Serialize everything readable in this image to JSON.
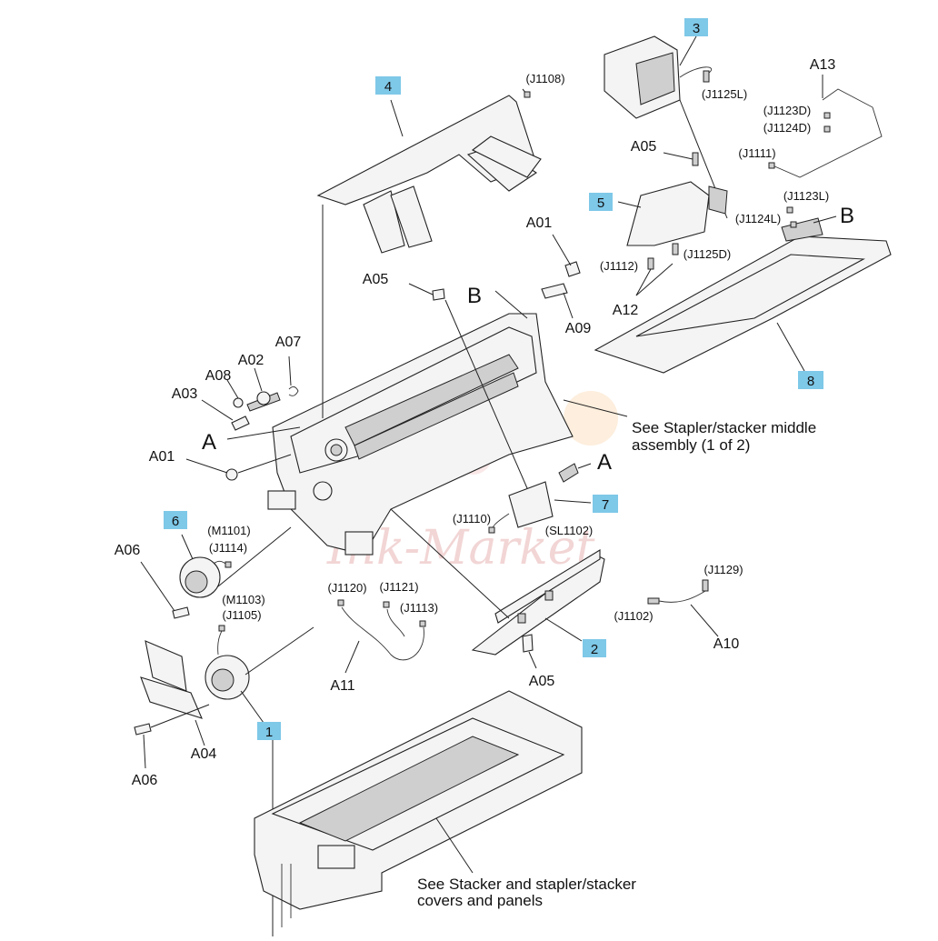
{
  "callouts": [
    "1",
    "2",
    "3",
    "4",
    "5",
    "6",
    "7",
    "8"
  ],
  "letters": {
    "a": "A",
    "b": "B"
  },
  "parts": {
    "A01": "A01",
    "A02": "A02",
    "A03": "A03",
    "A04": "A04",
    "A05": "A05",
    "A06": "A06",
    "A07": "A07",
    "A08": "A08",
    "A09": "A09",
    "A10": "A10",
    "A11": "A11",
    "A12": "A12",
    "A13": "A13"
  },
  "connectors": {
    "J1108": "(J1108)",
    "J1125L": "(J1125L)",
    "J1123D": "(J1123D)",
    "J1124D": "(J1124D)",
    "J1111": "(J1111)",
    "J1123L": "(J1123L)",
    "J1124L": "(J1124L)",
    "J1112": "(J1112)",
    "J1125D": "(J1125D)",
    "J1110": "(J1110)",
    "SL1102": "(SL1102)",
    "M1101": "(M1101)",
    "J1114": "(J1114)",
    "M1103": "(M1103)",
    "J1105": "(J1105)",
    "J1120": "(J1120)",
    "J1121": "(J1121)",
    "J1113": "(J1113)",
    "J1129": "(J1129)",
    "J1102": "(J1102)"
  },
  "notes": {
    "middle_line1": "See Stapler/stacker middle",
    "middle_line2": "assembly (1 of 2)",
    "covers_line1": "See Stacker and stapler/stacker",
    "covers_line2": "covers and panels"
  },
  "watermark": "Ink-Market",
  "colors": {
    "callout": "#7ec8e8",
    "line": "#222222"
  }
}
